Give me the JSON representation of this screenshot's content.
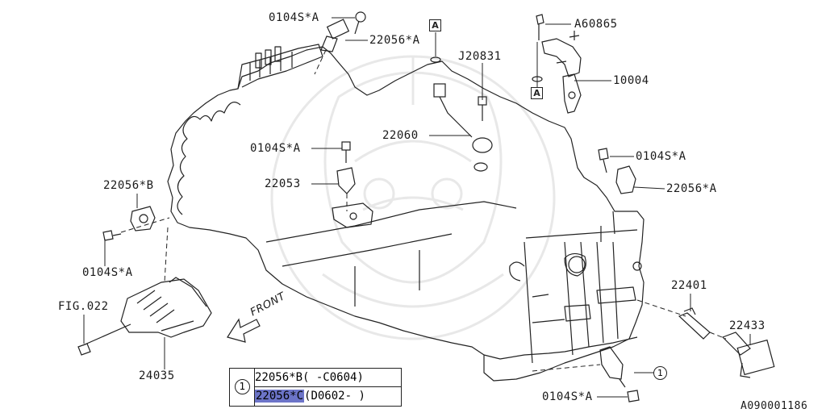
{
  "labels": {
    "p0104s_a_top": "0104S*A",
    "p22056_a_top": "22056*A",
    "a60865": "A60865",
    "j20831": "J20831",
    "p10004": "10004",
    "p22060": "22060",
    "p0104s_a_mid": "0104S*A",
    "p22053": "22053",
    "p0104s_a_right": "0104S*A",
    "p22056_a_right": "22056*A",
    "p22056_b": "22056*B",
    "p0104s_a_left": "0104S*A",
    "fig022": "FIG.022",
    "p24035": "24035",
    "p22401": "22401",
    "p22433": "22433",
    "p0104s_a_bottom": "0104S*A",
    "front": "FRONT",
    "doc_id": "A090001186"
  },
  "ref_markers": {
    "box_a": "A",
    "circle_1": "1"
  },
  "legend": {
    "number": "1",
    "row1_part": "22056*B",
    "row1_range": "( -C0604)",
    "row2_part": "22056*C",
    "row2_range": "(D0602- )"
  },
  "colors": {
    "line": "#222222",
    "watermark": "#e6e6e6",
    "highlight": "#6c74c8"
  }
}
